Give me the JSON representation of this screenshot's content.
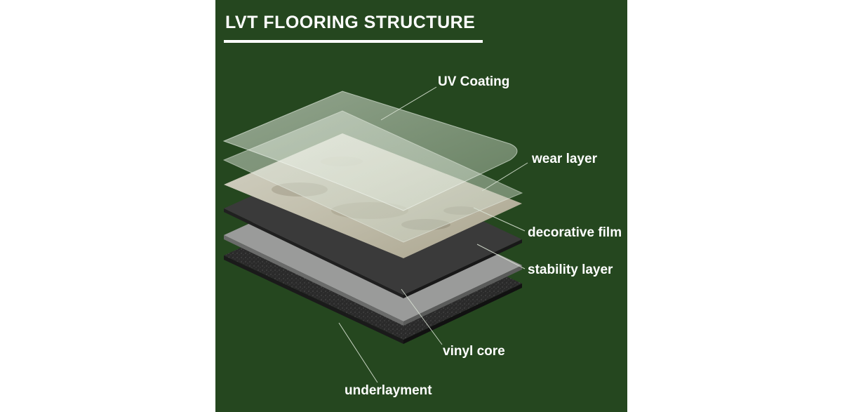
{
  "title": "LVT FLOORING STRUCTURE",
  "colors": {
    "background": "#25471f",
    "title_rule": "#ffffff",
    "label_text": "#ffffff"
  },
  "layers": [
    {
      "name": "UV Coating"
    },
    {
      "name": "wear layer"
    },
    {
      "name": "decorative film"
    },
    {
      "name": "stability layer"
    },
    {
      "name": "vinyl core"
    },
    {
      "name": "underlayment"
    }
  ]
}
